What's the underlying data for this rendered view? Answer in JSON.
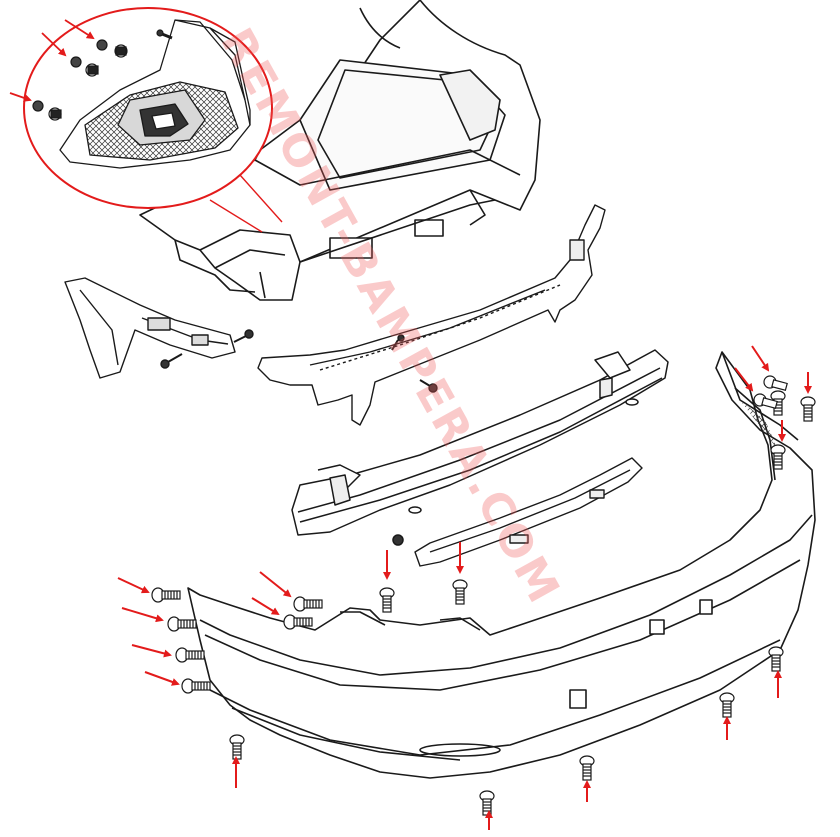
{
  "watermark": "REMONT-BAMPERA.COM",
  "colors": {
    "line": "#1a1a1a",
    "arrow": "#e31b1b",
    "watermark": "#f05a5a",
    "callout": "#e31b1b",
    "fill": "#ffffff",
    "shade": "#e6e6e6"
  },
  "parts": [
    "trunk-body",
    "tail-light",
    "left-bracket",
    "upper-support-bracket",
    "impact-bar",
    "energy-absorber-strip",
    "bumper-cover",
    "fasteners"
  ]
}
